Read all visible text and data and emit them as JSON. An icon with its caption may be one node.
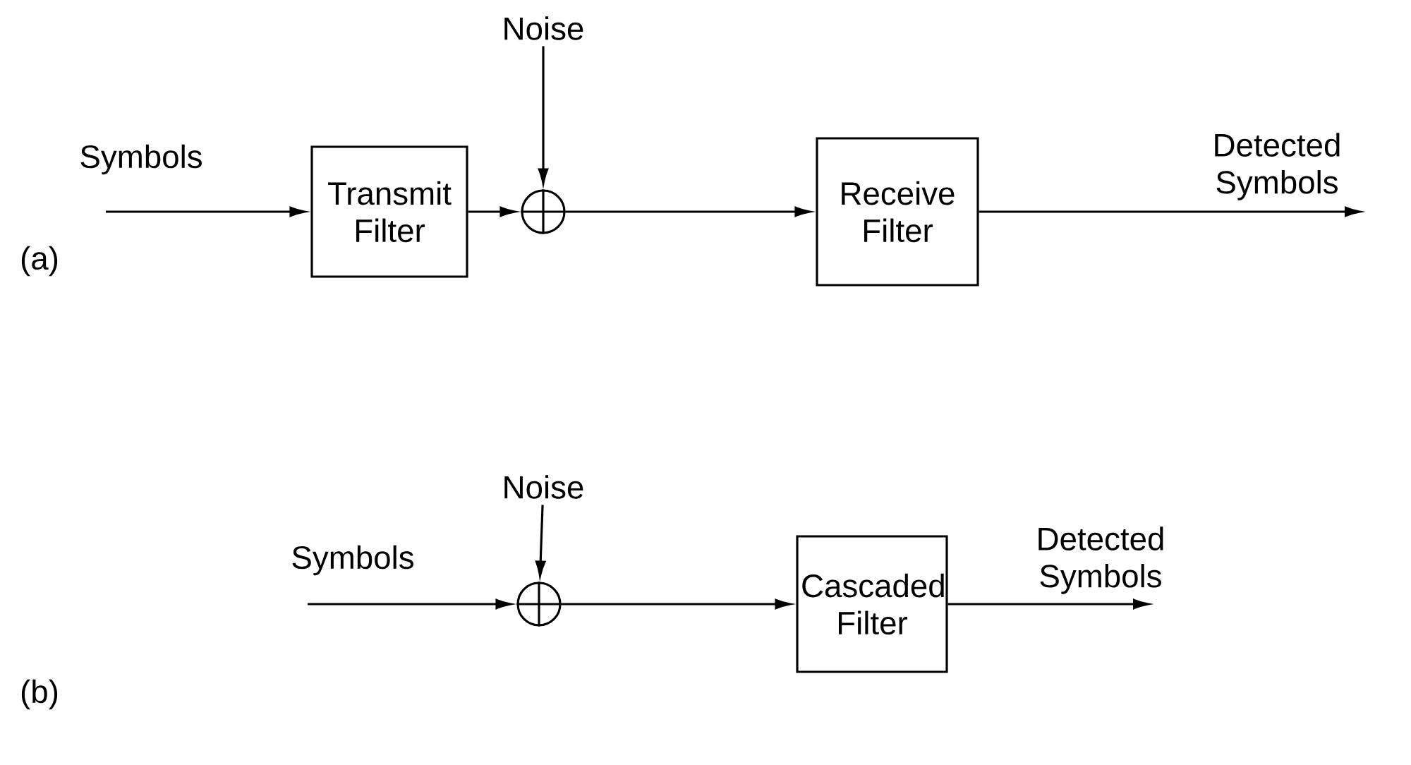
{
  "diagram": {
    "nodes": [
      {
        "text": [
          "Transmit Filter"
        ]
      },
      {
        "text": [],
        "shape": "circle"
      },
      {
        "text": [
          "Noise"
        ]
      },
      {
        "text": [
          "Receive Filter"
        ]
      },
      {
        "text": [
          "Noise"
        ]
      },
      {
        "text": [],
        "shape": "circle"
      },
      {
        "text": [
          "Cascaded Filter"
        ]
      }
    ],
    "edges": [
      {
        "from": null,
        "to": 0,
        "arrow": "to",
        "label": "Symbols"
      },
      {
        "from": 0,
        "to": 1,
        "arrow": "to"
      },
      {
        "from": 2,
        "to": 1,
        "arrow": "to"
      },
      {
        "from": 1,
        "to": 3,
        "arrow": "to"
      },
      {
        "from": 3,
        "to": null,
        "arrow": "to",
        "label": "Detected Symbols"
      },
      {
        "from": null,
        "to": 5,
        "arrow": "to",
        "label": "Symbols"
      },
      {
        "from": 4,
        "to": 5,
        "arrow": "to"
      },
      {
        "from": 5,
        "to": 6,
        "arrow": "to"
      },
      {
        "from": 6,
        "to": null,
        "arrow": "to",
        "label": "Detected Symbols"
      }
    ],
    "labels": [
      "(a)",
      "(b)"
    ]
  }
}
